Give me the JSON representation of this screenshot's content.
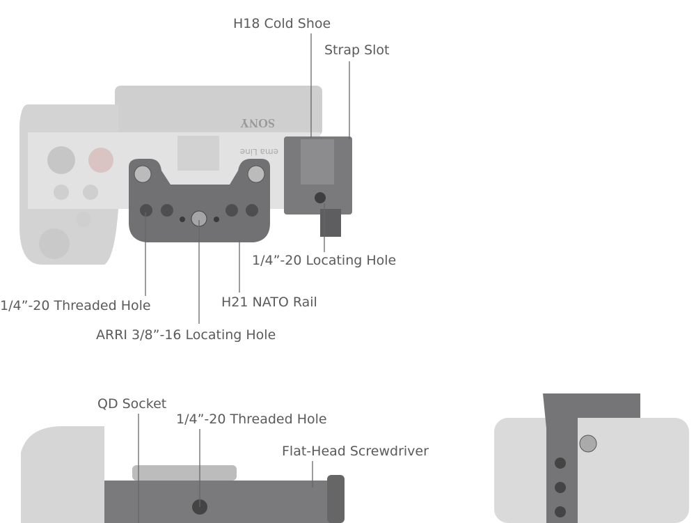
{
  "top_view": {
    "camera_brand": "SONY",
    "camera_text": "ema Line",
    "callouts": {
      "cold_shoe": "H18 Cold Shoe",
      "strap_slot": "Strap Slot",
      "locating_hole": "1/4”-20 Locating Hole",
      "threaded_hole": "1/4”-20 Threaded Hole",
      "nato_rail": "H21 NATO Rail",
      "arri_hole": "ARRI 3/8”-16 Locating Hole"
    }
  },
  "bottom_view": {
    "callouts": {
      "qd_socket": "QD Socket",
      "threaded_hole": "1/4”-20 Threaded Hole",
      "screwdriver": "Flat-Head Screwdriver"
    }
  },
  "colors": {
    "label": "#5a5a5a",
    "cage": "#6e6e70",
    "camera": "#d6d6d6"
  }
}
